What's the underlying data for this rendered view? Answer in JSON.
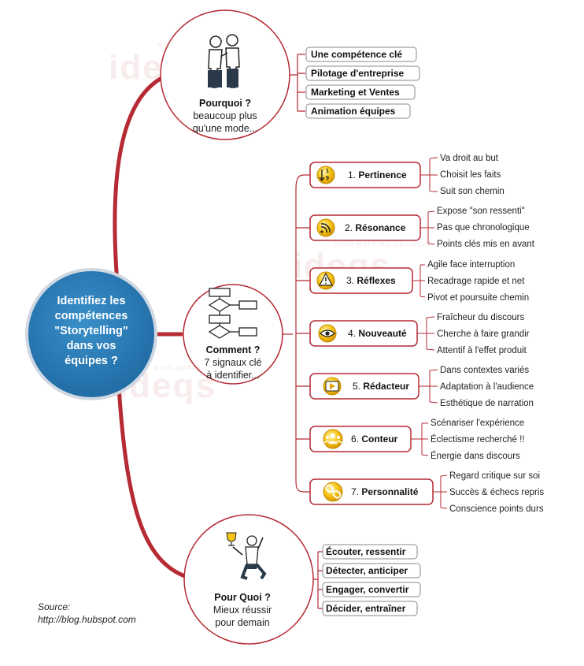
{
  "center": {
    "lines": [
      "Identifiez les",
      "compétences",
      "\"Storytelling\"",
      "dans vos",
      "équipes ?"
    ]
  },
  "branches": [
    {
      "id": "pourquoi",
      "title": "Pourquoi ?",
      "subtitle": [
        "beaucoup plus",
        "qu'une mode..."
      ],
      "icon": "two-people-icon",
      "items": [
        "Une compétence clé",
        "Pilotage d'entreprise",
        "Marketing et Ventes",
        "Animation équipes"
      ]
    },
    {
      "id": "comment",
      "title": "Comment ?",
      "subtitle": [
        "7 signaux clé",
        "à identifier..."
      ],
      "icon": "flowchart-icon"
    },
    {
      "id": "pour-quoi",
      "title": "Pour Quoi ?",
      "subtitle": [
        "Mieux réussir",
        "pour demain"
      ],
      "icon": "trophy-person-icon",
      "items": [
        "Écouter, ressentir",
        "Détecter, anticiper",
        "Engager, convertir",
        "Décider, entraîner"
      ]
    }
  ],
  "signals": [
    {
      "num": "1.",
      "label": "Pertinence",
      "icon": "sort-numbers-icon",
      "leaves": [
        "Va droit au but",
        "Choisit les faits",
        "Suit son chemin"
      ]
    },
    {
      "num": "2.",
      "label": "Résonance",
      "icon": "rss-icon",
      "leaves": [
        "Expose \"son ressenti\"",
        "Pas que chronologique",
        "Points clés mis en avant"
      ]
    },
    {
      "num": "3.",
      "label": "Réflexes",
      "icon": "warning-icon",
      "leaves": [
        "Agile face interruption",
        "Recadrage rapide et net",
        "Pivot et poursuite chemin"
      ]
    },
    {
      "num": "4.",
      "label": "Nouveauté",
      "icon": "eye-icon",
      "leaves": [
        "Fraîcheur du discours",
        "Cherche à faire grandir",
        "Attentif à l'effet produit"
      ]
    },
    {
      "num": "5.",
      "label": "Rédacteur",
      "icon": "play-icon",
      "leaves": [
        "Dans contextes variés",
        "Adaptation à l'audience",
        "Esthétique de narration"
      ]
    },
    {
      "num": "6.",
      "label": "Conteur",
      "icon": "group-icon",
      "leaves": [
        "Scénariser l'expérience",
        "Éclectisme recherché !!",
        "Énergie dans discours"
      ]
    },
    {
      "num": "7.",
      "label": "Personnalité",
      "icon": "link-icon",
      "leaves": [
        "Regard critique sur soi",
        "Succès & échecs repris",
        "Conscience points durs"
      ]
    }
  ],
  "watermark": {
    "logo": "ideqs",
    "tagline": "MIND-MAPPING-DECISION"
  },
  "source": {
    "label": "Source:",
    "url": "http://blog.hubspot.com"
  },
  "colors": {
    "branch": "#b52a33",
    "center_fill": "#2a78b3",
    "center_stroke": "#cfd8e2",
    "node_stroke": "#b52a33",
    "icon_gold": "#f2b705"
  }
}
